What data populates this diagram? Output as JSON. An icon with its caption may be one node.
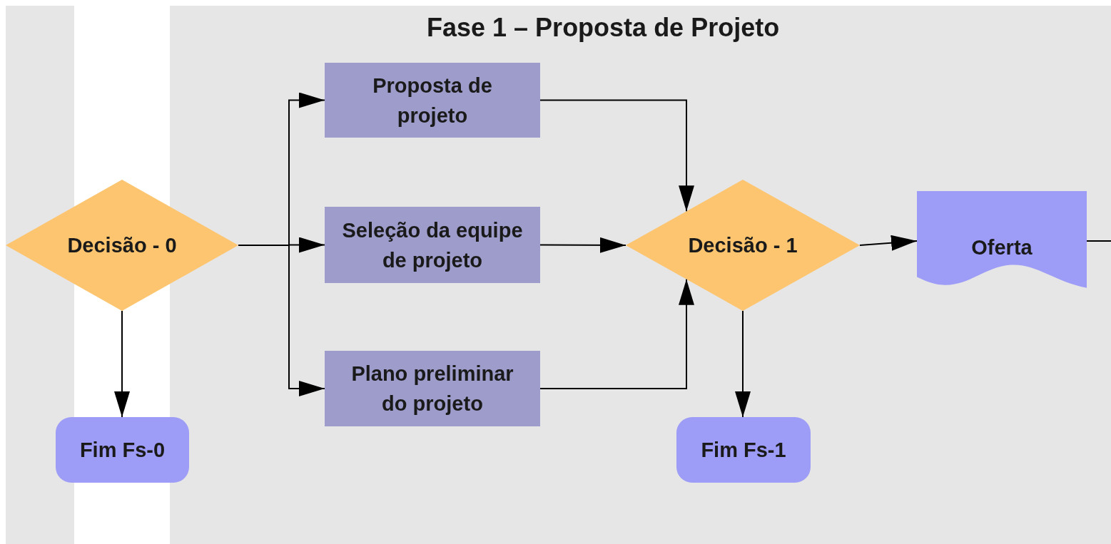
{
  "diagram": {
    "nodes": [
      {
        "text": [
          "Fase 1 – Proposta de Projeto"
        ]
      },
      {
        "text": [
          "Decisão - 0"
        ]
      },
      {
        "text": [
          "Proposta de projeto"
        ],
        "in": 0
      },
      {
        "text": [
          "Seleção da equipe de projeto"
        ],
        "in": 0
      },
      {
        "text": [
          "Plano preliminar do projeto"
        ],
        "in": 0
      },
      {
        "text": [
          "Decisão - 1"
        ],
        "in": 0
      },
      {
        "text": [
          "Oferta"
        ],
        "in": 0
      },
      {
        "text": [
          "Fim Fs-0"
        ]
      },
      {
        "text": [
          "Fim Fs-1"
        ],
        "in": 0
      }
    ],
    "edges": [
      {
        "from": 1,
        "to": 2,
        "arrow": "to"
      },
      {
        "from": 1,
        "to": 3,
        "arrow": "to"
      },
      {
        "from": 1,
        "to": 4,
        "arrow": "to"
      },
      {
        "from": 2,
        "to": 5,
        "arrow": "to"
      },
      {
        "from": 3,
        "to": 5,
        "arrow": "to"
      },
      {
        "from": 4,
        "to": 5,
        "arrow": "to"
      },
      {
        "from": 5,
        "to": 6,
        "arrow": "to"
      },
      {
        "from": 6,
        "to": null,
        "arrow": "none"
      },
      {
        "from": 1,
        "to": 7,
        "arrow": "to"
      },
      {
        "from": 5,
        "to": 8,
        "arrow": "to"
      }
    ]
  }
}
